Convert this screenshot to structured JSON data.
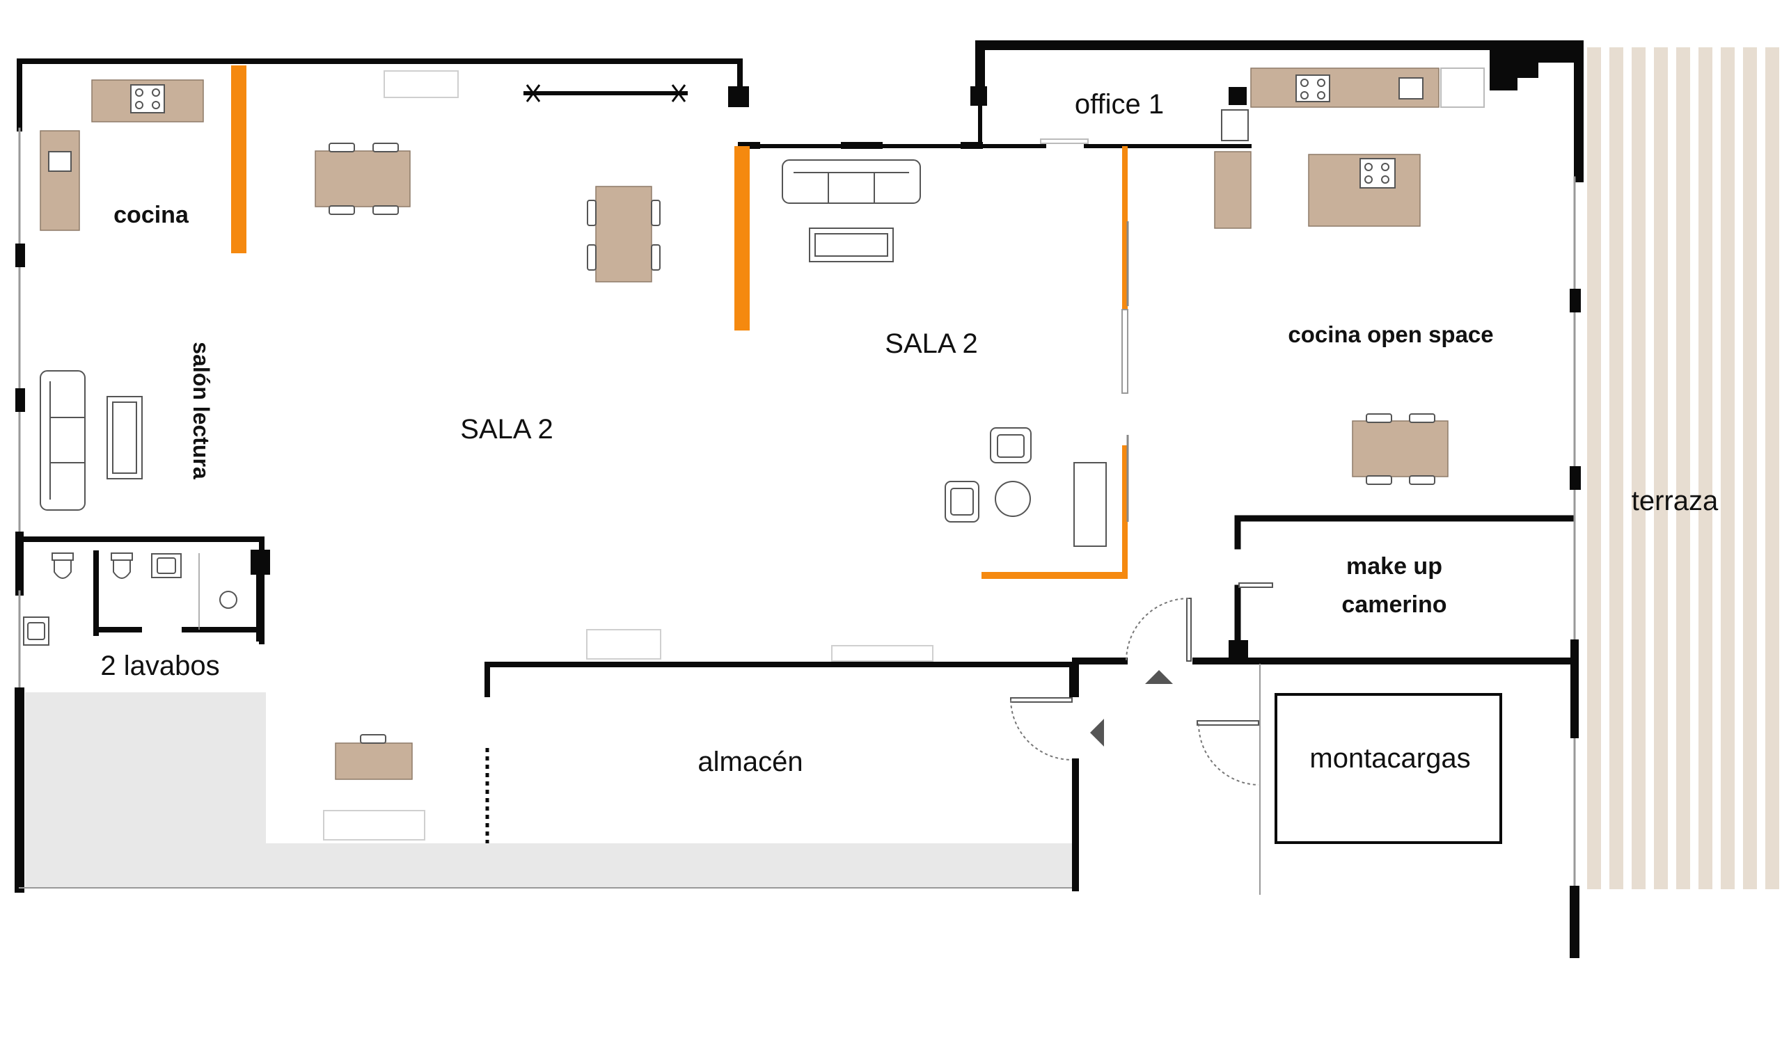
{
  "colors": {
    "wall": "#0a0a0a",
    "partition": "#f5890f",
    "furniture": "#c8b09a",
    "terrace_slat": "#e7ddd1",
    "gray_zone": "#e8e8e8",
    "background": "#ffffff"
  },
  "labels": {
    "cocina": "cocina",
    "salon_lectura": "salón lectura",
    "sala2_left": "SALA 2",
    "sala2_right": "SALA 2",
    "office1": "office 1",
    "cocina_open_space": "cocina open space",
    "terraza": "terraza",
    "make_up": "make up",
    "camerino": "camerino",
    "lavabos": "2 lavabos",
    "almacen": "almacén",
    "montacargas": "montacargas"
  }
}
